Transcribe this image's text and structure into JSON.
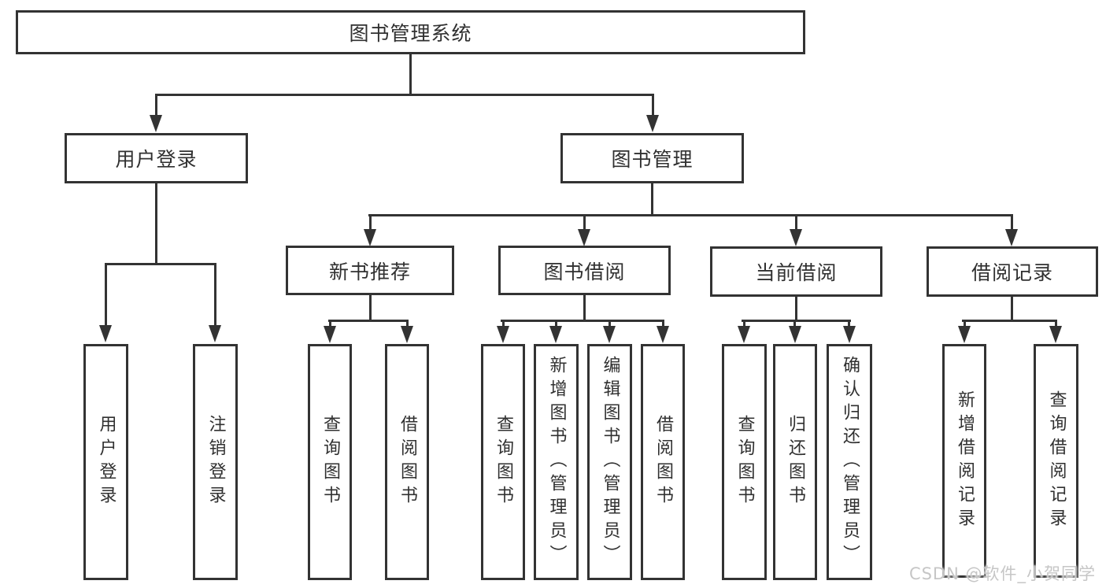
{
  "watermark": "CSDN @软件_小贺同学",
  "colors": {
    "line": "#333333",
    "text": "#303030",
    "background": "#ffffff",
    "watermark": "#c6c6c6"
  },
  "nodes": {
    "root": {
      "label": "图书管理系统"
    },
    "user_login": {
      "label": "用户登录"
    },
    "book_management": {
      "label": "图书管理"
    },
    "new_book_recommend": {
      "label": "新书推荐"
    },
    "book_borrow": {
      "label": "图书借阅"
    },
    "current_borrow": {
      "label": "当前借阅"
    },
    "borrow_records": {
      "label": "借阅记录"
    },
    "login": {
      "label": "用户登录"
    },
    "logout": {
      "label": "注销登录"
    },
    "recommend_query_books": {
      "label": "查询图书"
    },
    "recommend_borrow_books": {
      "label": "借阅图书"
    },
    "borrow_query_books": {
      "label": "查询图书"
    },
    "borrow_add_books": {
      "label": "新增图书（管理员）"
    },
    "borrow_edit_books": {
      "label": "编辑图书（管理员）"
    },
    "borrow_borrow_books": {
      "label": "借阅图书"
    },
    "current_query_books": {
      "label": "查询图书"
    },
    "current_return_books": {
      "label": "归还图书"
    },
    "current_confirm_return": {
      "label": "确认归还（管理员）"
    },
    "records_add_record": {
      "label": "新增借阅记录"
    },
    "records_query_record": {
      "label": "查询借阅记录"
    }
  },
  "hierarchy": {
    "图书管理系统": {
      "用户登录": [
        "用户登录",
        "注销登录"
      ],
      "图书管理": {
        "新书推荐": [
          "查询图书",
          "借阅图书"
        ],
        "图书借阅": [
          "查询图书",
          "新增图书（管理员）",
          "编辑图书（管理员）",
          "借阅图书"
        ],
        "当前借阅": [
          "查询图书",
          "归还图书",
          "确认归还（管理员）"
        ],
        "借阅记录": [
          "新增借阅记录",
          "查询借阅记录"
        ]
      }
    }
  }
}
